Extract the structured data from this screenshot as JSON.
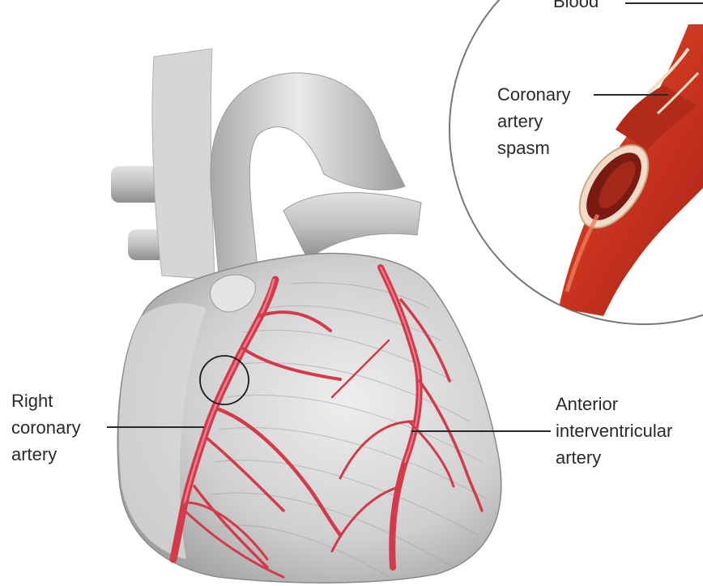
{
  "labels": {
    "blood": "Blood",
    "spasm": [
      "Coronary",
      "artery",
      "spasm"
    ],
    "right_coronary": [
      "Right",
      "coronary",
      "artery"
    ],
    "anterior_interventricular": [
      "Anterior",
      "interventricular",
      "artery"
    ]
  },
  "colors": {
    "artery_red": "#d33a4a",
    "heart_gray": "#c9c9c9",
    "vessel_orange": "#d8402a",
    "leader_line": "#2a2a2a"
  }
}
